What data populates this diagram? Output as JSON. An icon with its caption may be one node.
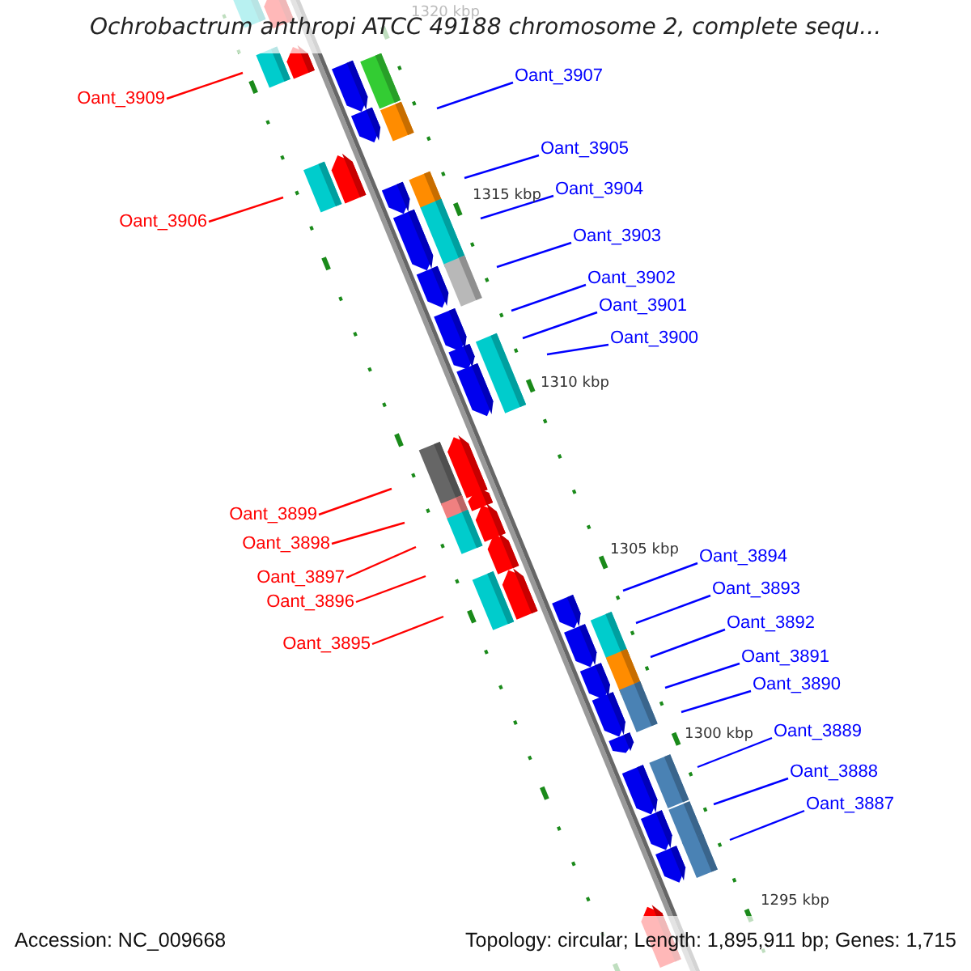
{
  "diagram": {
    "title": "Ochrobactrum anthropi ATCC 49188 chromosome 2, complete sequ...",
    "nodes": [
      {
        "text": [
          "Oant_3909"
        ]
      },
      {
        "text": [
          "Oant_3907"
        ]
      },
      {
        "text": [
          "Oant_3905"
        ]
      },
      {
        "text": [
          "Oant_3906"
        ]
      },
      {
        "text": [
          "Oant_3904"
        ]
      },
      {
        "text": [
          "Oant_3903"
        ]
      },
      {
        "text": [
          "Oant_3902"
        ]
      },
      {
        "text": [
          "Oant_3901"
        ]
      },
      {
        "text": [
          "Oant_3900"
        ]
      },
      {
        "text": [
          "Oant_3899"
        ]
      },
      {
        "text": [
          "Oant_3898"
        ]
      },
      {
        "text": [
          "Oant_3897"
        ]
      },
      {
        "text": [
          "Oant_3896"
        ]
      },
      {
        "text": [
          "Oant_3894"
        ]
      },
      {
        "text": [
          "Oant_3893"
        ]
      },
      {
        "text": [
          "Oant_3895"
        ]
      },
      {
        "text": [
          "Oant_3892"
        ]
      },
      {
        "text": [
          "Oant_3891"
        ]
      },
      {
        "text": [
          "Oant_3890"
        ]
      },
      {
        "text": [
          "Oant_3889"
        ]
      },
      {
        "text": [
          "Oant_3888"
        ]
      },
      {
        "text": [
          "Oant_3887"
        ]
      }
    ],
    "edges": [
      {
        "from": 0,
        "to": null,
        "arrow": "none",
        "color": "#ff0000"
      },
      {
        "from": 1,
        "to": null,
        "arrow": "none"
      },
      {
        "from": 2,
        "to": null,
        "arrow": "none"
      },
      {
        "from": 3,
        "to": null,
        "arrow": "none",
        "color": "#ff0000"
      },
      {
        "from": 4,
        "to": null,
        "arrow": "none"
      },
      {
        "from": 5,
        "to": null,
        "arrow": "none"
      },
      {
        "from": 6,
        "to": null,
        "arrow": "none"
      },
      {
        "from": 7,
        "to": null,
        "arrow": "none"
      },
      {
        "from": 8,
        "to": null,
        "arrow": "none"
      },
      {
        "from": 9,
        "to": null,
        "arrow": "none",
        "color": "#ff0000"
      },
      {
        "from": 10,
        "to": null,
        "arrow": "none",
        "color": "#ff0000"
      },
      {
        "from": 11,
        "to": null,
        "arrow": "none",
        "color": "#ff0000"
      },
      {
        "from": 12,
        "to": null,
        "arrow": "none",
        "color": "#ff0000"
      },
      {
        "from": 13,
        "to": null,
        "arrow": "none"
      },
      {
        "from": 14,
        "to": null,
        "arrow": "none"
      },
      {
        "from": 15,
        "to": null,
        "arrow": "none",
        "color": "#ff0000"
      },
      {
        "from": 16,
        "to": null,
        "arrow": "none"
      },
      {
        "from": 17,
        "to": null,
        "arrow": "none"
      },
      {
        "from": 18,
        "to": null,
        "arrow": "none"
      },
      {
        "from": 19,
        "to": null,
        "arrow": "none"
      },
      {
        "from": 20,
        "to": null,
        "arrow": "none"
      },
      {
        "from": 21,
        "to": null,
        "arrow": "none"
      }
    ],
    "labels": [
      "1320 kbp",
      "1315 kbp",
      "1310 kbp",
      "1305 kbp",
      "1300 kbp",
      "1295 kbp",
      "Accession: NC_009668",
      "Topology: circular; Length: 1,895,911 bp; Genes: 1,715"
    ]
  }
}
